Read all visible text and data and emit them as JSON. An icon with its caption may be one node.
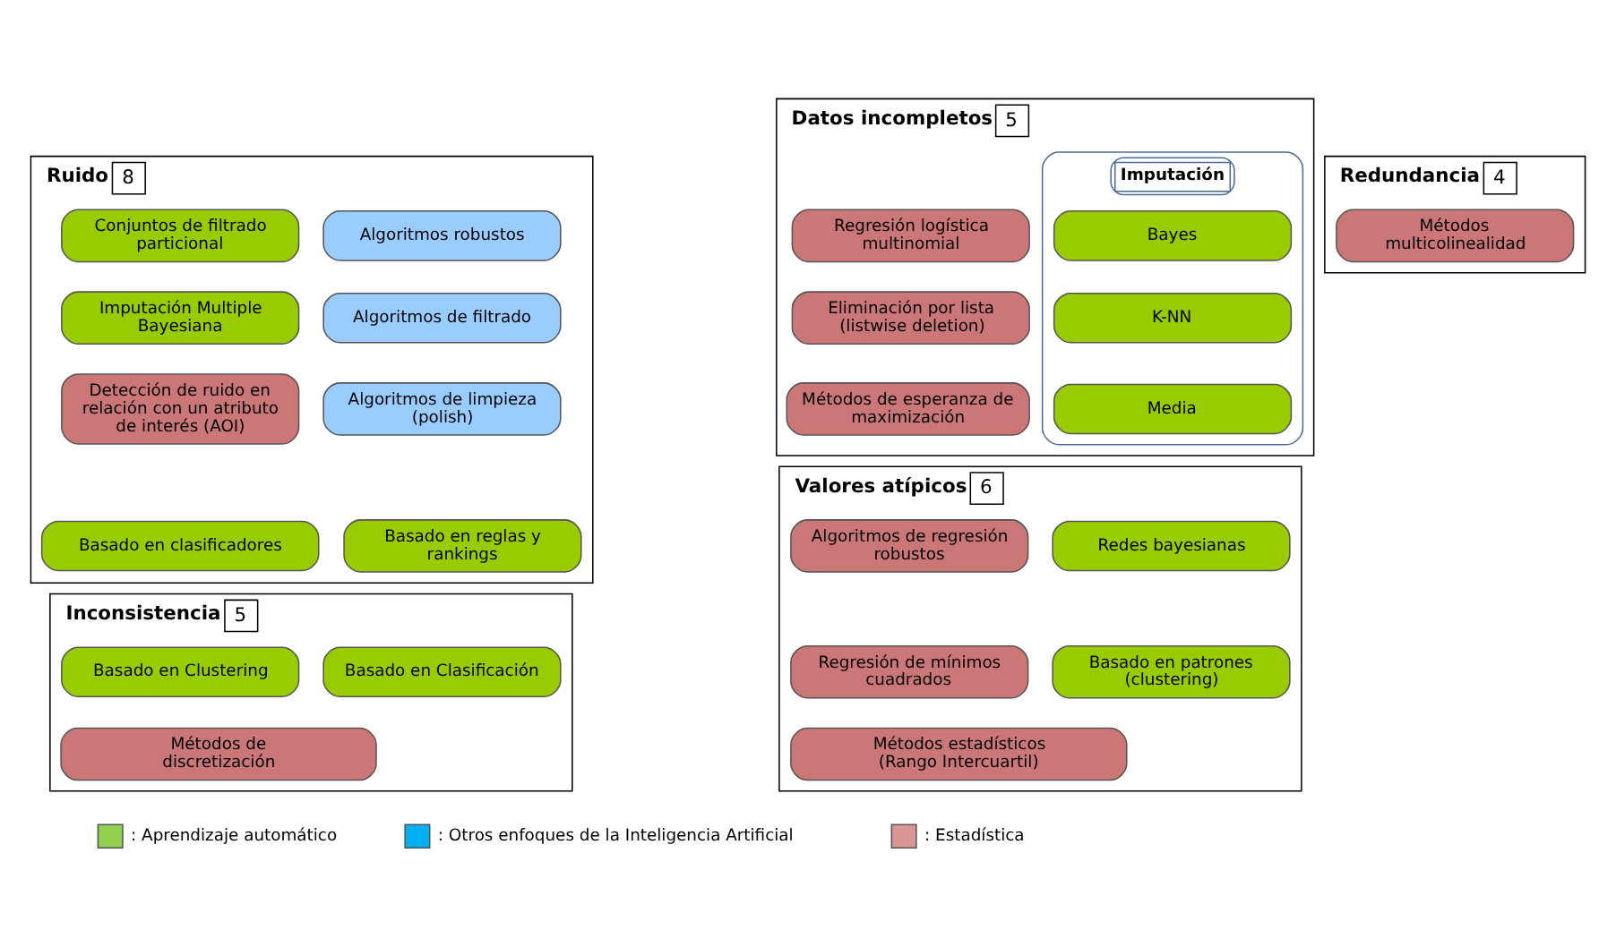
{
  "diagram": {
    "nodes": [
      {
        "text": [
          "Ruido",
          "8"
        ]
      },
      {
        "text": [
          "Conjuntos de filtrado particional"
        ],
        "in": 0
      },
      {
        "text": [
          "Algoritmos robustos"
        ],
        "in": 0
      },
      {
        "text": [
          "Imputación Multiple Bayesiana"
        ],
        "in": 0
      },
      {
        "text": [
          "Algoritmos de filtrado"
        ],
        "in": 0
      },
      {
        "text": [
          "Detección de ruido en relación con un atributo de interés (AOI)"
        ],
        "in": 0
      },
      {
        "text": [
          "Algoritmos de limpieza (polish)"
        ],
        "in": 0
      },
      {
        "text": [
          "Basado en reglas y rankings"
        ],
        "in": 0
      },
      {
        "text": [
          "Basado en clasificadores"
        ],
        "in": 0
      },
      {
        "text": [
          "Datos incompletos",
          "5"
        ]
      },
      {
        "text": [
          "Imputación"
        ],
        "in": 9
      },
      {
        "text": [
          "Bayes"
        ],
        "in": 10
      },
      {
        "text": [
          "K-NN"
        ],
        "in": 10
      },
      {
        "text": [
          "Media"
        ],
        "in": 10
      },
      {
        "text": [
          "Regresión logística multinomial"
        ],
        "in": 9
      },
      {
        "text": [
          "Eliminación por lista (listwise deletion)"
        ],
        "in": 9
      },
      {
        "text": [
          "Métodos de esperanza de maximización"
        ],
        "in": 9
      },
      {
        "text": [
          "Inconsistencia",
          "5"
        ]
      },
      {
        "text": [
          "Basado en Clustering"
        ],
        "in": 17
      },
      {
        "text": [
          "Basado en Clasificación"
        ],
        "in": 17
      },
      {
        "text": [
          "Métodos de discretización"
        ],
        "in": 17
      },
      {
        "text": [
          "Redundancia",
          "4"
        ]
      },
      {
        "text": [
          "Métodos multicolinealidad"
        ],
        "in": 21
      },
      {
        "text": [
          "Valores atípicos",
          "6"
        ]
      },
      {
        "text": [
          "Redes bayesianas"
        ],
        "in": 23
      },
      {
        "text": [
          "Algoritmos de regresión robustos"
        ],
        "in": 23
      },
      {
        "text": [
          "Regresión de mínimos cuadrados"
        ],
        "in": 23
      },
      {
        "text": [
          "Basado en patrones (clustering)"
        ],
        "in": 23
      },
      {
        "text": [
          "Métodos estadísticos (Rango Intercuartil)"
        ],
        "in": 23
      }
    ],
    "edges": [],
    "legend": [
      {
        "text": ": Aprendizaje automático",
        "color": "#92d050"
      },
      {
        "text": ": Otros enfoques de la Inteligencia Artificial",
        "color": "#00b0f0"
      },
      {
        "text": ": Estadística",
        "color": "#d99694"
      }
    ]
  }
}
